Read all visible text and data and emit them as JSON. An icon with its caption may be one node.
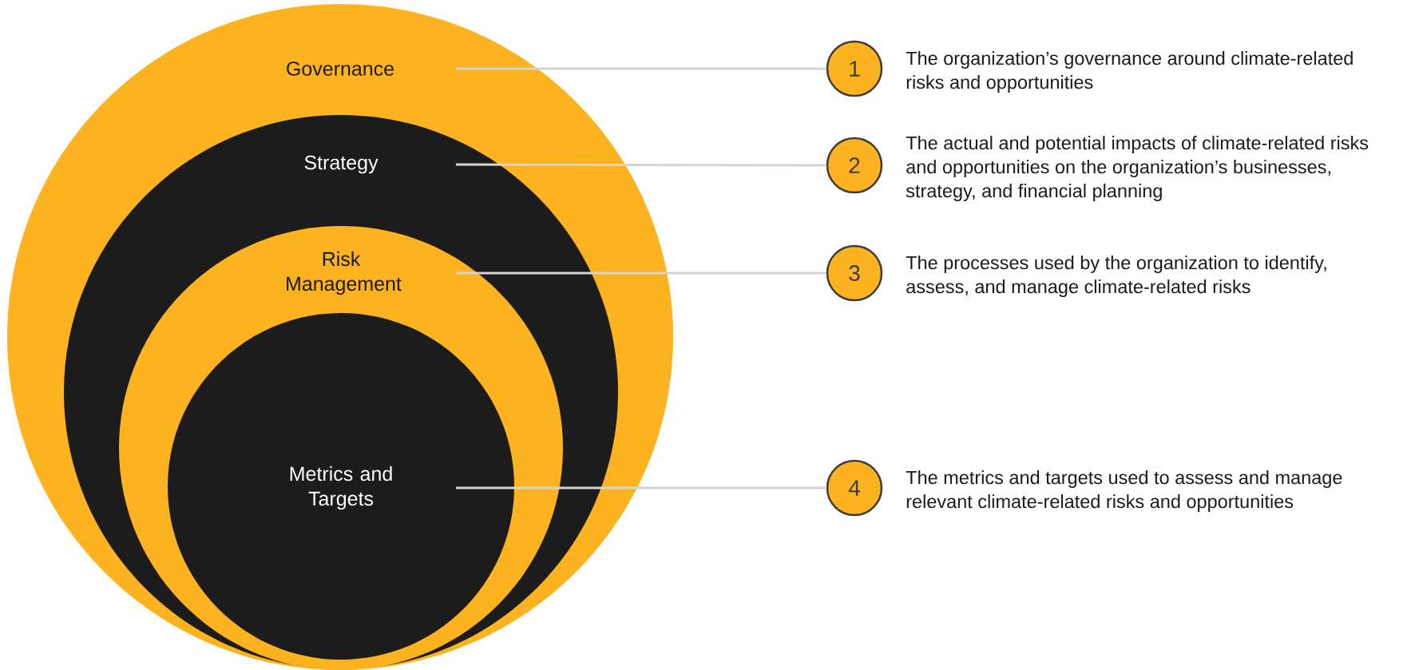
{
  "diagram": {
    "nodes": [
      {
        "text": [
          "Governance"
        ]
      },
      {
        "text": [
          "Strategy"
        ],
        "in": 0
      },
      {
        "text": [
          "Risk Management"
        ],
        "in": 1
      },
      {
        "text": [
          "Metrics and Targets"
        ],
        "in": 2
      },
      {
        "text": [
          "1"
        ],
        "beside": [
          "The organization’s governance around climate-related risks and opportunities"
        ]
      },
      {
        "text": [
          "2"
        ],
        "beside": [
          "The actual and potential impacts of climate-related risks and opportunities on the organization’s businesses, strategy, and financial planning"
        ]
      },
      {
        "text": [
          "3"
        ],
        "beside": [
          "The processes used by the organization to identify, assess, and manage climate-related risks"
        ]
      },
      {
        "text": [
          "4"
        ],
        "beside": [
          "The metrics and targets used to assess and manage relevant climate-related risks and opportunities"
        ]
      }
    ],
    "edges": [
      {
        "from": 0,
        "to": 4,
        "arrow": "none"
      },
      {
        "from": 1,
        "to": 5,
        "arrow": "none"
      },
      {
        "from": 2,
        "to": 6,
        "arrow": "none"
      },
      {
        "from": 3,
        "to": 7,
        "arrow": "none"
      }
    ]
  }
}
